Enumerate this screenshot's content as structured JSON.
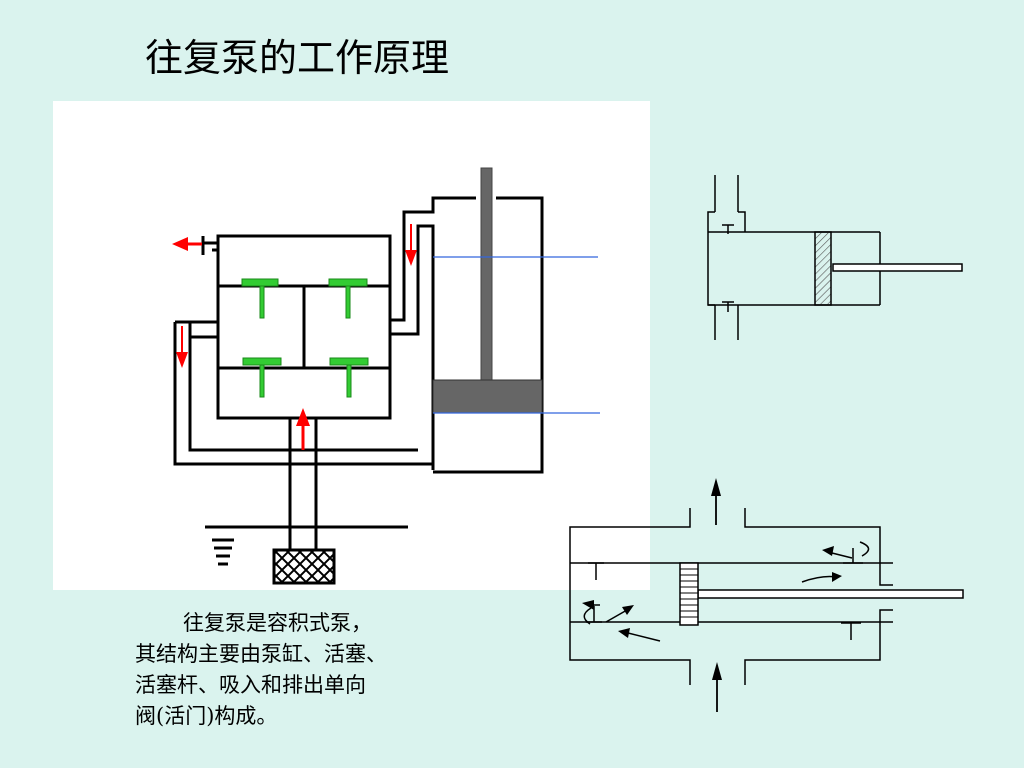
{
  "slide": {
    "title": "往复泵的工作原理",
    "caption_lines": [
      "往复泵是容积式泵，",
      "其结构主要由泵缸、活塞、",
      "活塞杆、吸入和排出单向",
      "阀(活门)构成。"
    ]
  },
  "colors": {
    "background": "#daf3ee",
    "panel": "#ffffff",
    "arrow": "#ff0000",
    "valve": "#33cc33",
    "piston": "#666666",
    "guide_line": "#3366dd",
    "ink": "#000000"
  }
}
